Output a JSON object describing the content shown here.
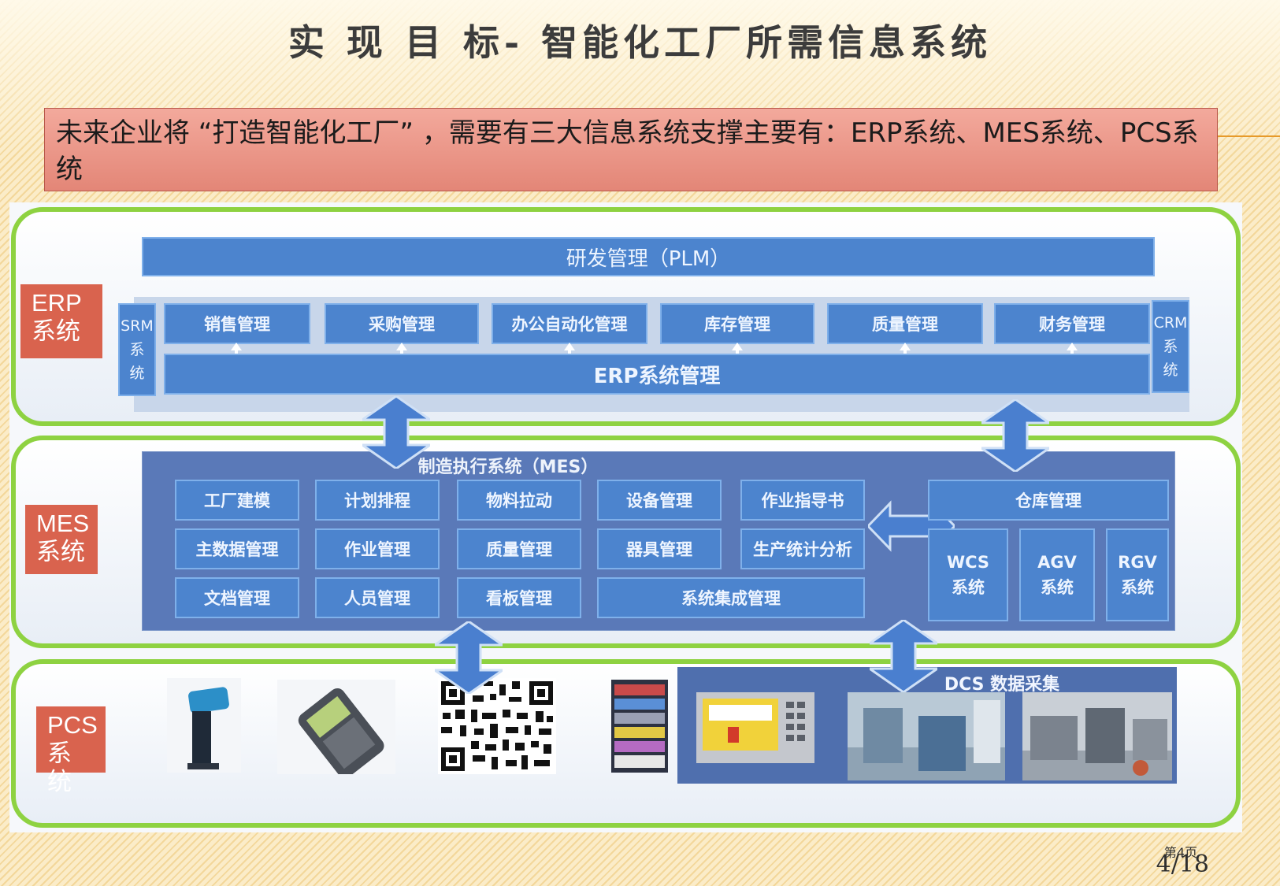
{
  "slide": {
    "title": "实 现  目 标- 智能化工厂所需信息系统",
    "intro": "未来企业将 “打造智能化工厂” ，需要有三大信息系统支撑主要有：ERP系统、MES系统、PCS系统",
    "page_number": "4/18",
    "page_caption": "第4页"
  },
  "erp": {
    "label": "ERP\n系统",
    "plm": "研发管理（PLM）",
    "srm": "SRM\n系\n统",
    "crm": "CRM\n系\n统",
    "modules": [
      "销售管理",
      "采购管理",
      "办公自动化管理",
      "库存管理",
      "质量管理",
      "财务管理"
    ],
    "core": "ERP系统管理"
  },
  "mes": {
    "label": "MES\n系统",
    "title": "制造执行系统（MES）",
    "grid": [
      [
        "工厂建模",
        "计划排程",
        "物料拉动",
        "设备管理",
        "作业指导书"
      ],
      [
        "主数据管理",
        "作业管理",
        "质量管理",
        "器具管理",
        "生产统计分析"
      ],
      [
        "文档管理",
        "人员管理",
        "看板管理",
        "系统集成管理"
      ]
    ],
    "warehouse": "仓库管理",
    "wcs": "WCS\n系统",
    "agv": "AGV\n系统",
    "rgv": "RGV\n系统"
  },
  "pcs": {
    "label": "PCS\n系统",
    "dcs_title": "DCS 数据采集"
  },
  "colors": {
    "band_border": "#8ed241",
    "label_bg": "#d9634e",
    "module_blue": "#4c84ce",
    "arrow_blue": "#4a7fcf"
  }
}
